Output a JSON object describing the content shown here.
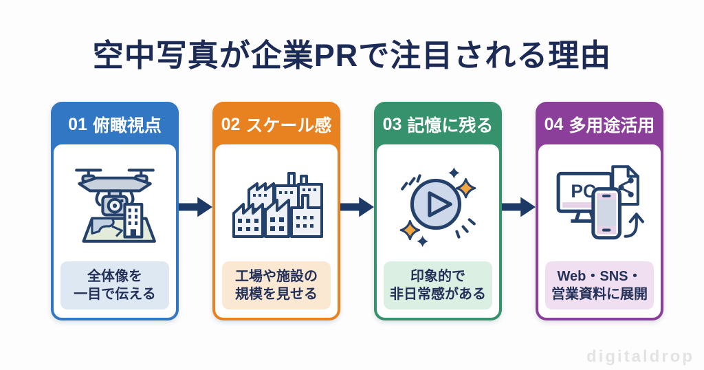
{
  "title": "空中写真が企業PRで注目される理由",
  "watermark": "digitaldrop",
  "colors": {
    "background": "#fdfdfd",
    "title_text": "#1c2b55",
    "outline_navy": "#24416b",
    "arrow": "#1d3a66",
    "sparkle_orange": "#f2a53e",
    "watermark_text": "#e3e3e5"
  },
  "flow": {
    "arrow_count": 3,
    "direction": "left-to-right"
  },
  "cards": [
    {
      "number": "01",
      "title": "俯瞰視点",
      "caption_line1": "全体像を",
      "caption_line2": "一目で伝える",
      "icon": "drone-over-map-icon",
      "accent_color": "#3177c4",
      "caption_bg_color": "#dde8f3"
    },
    {
      "number": "02",
      "title": "スケール感",
      "caption_line1": "工場や施設の",
      "caption_line2": "規模を見せる",
      "icon": "factory-icon",
      "accent_color": "#e8811f",
      "caption_bg_color": "#fbe8d3"
    },
    {
      "number": "03",
      "title": "記憶に残る",
      "caption_line1": "印象的で",
      "caption_line2": "非日常感がある",
      "icon": "sparkle-play-icon",
      "accent_color": "#35926c",
      "caption_bg_color": "#dcefe3"
    },
    {
      "number": "04",
      "title": "多用途活用",
      "caption_line1": "Web・SNS・",
      "caption_line2": "営業資料に展開",
      "icon": "devices-share-icon",
      "accent_color": "#8b3f9b",
      "caption_bg_color": "#efdff1",
      "pc_label": "PC"
    }
  ]
}
